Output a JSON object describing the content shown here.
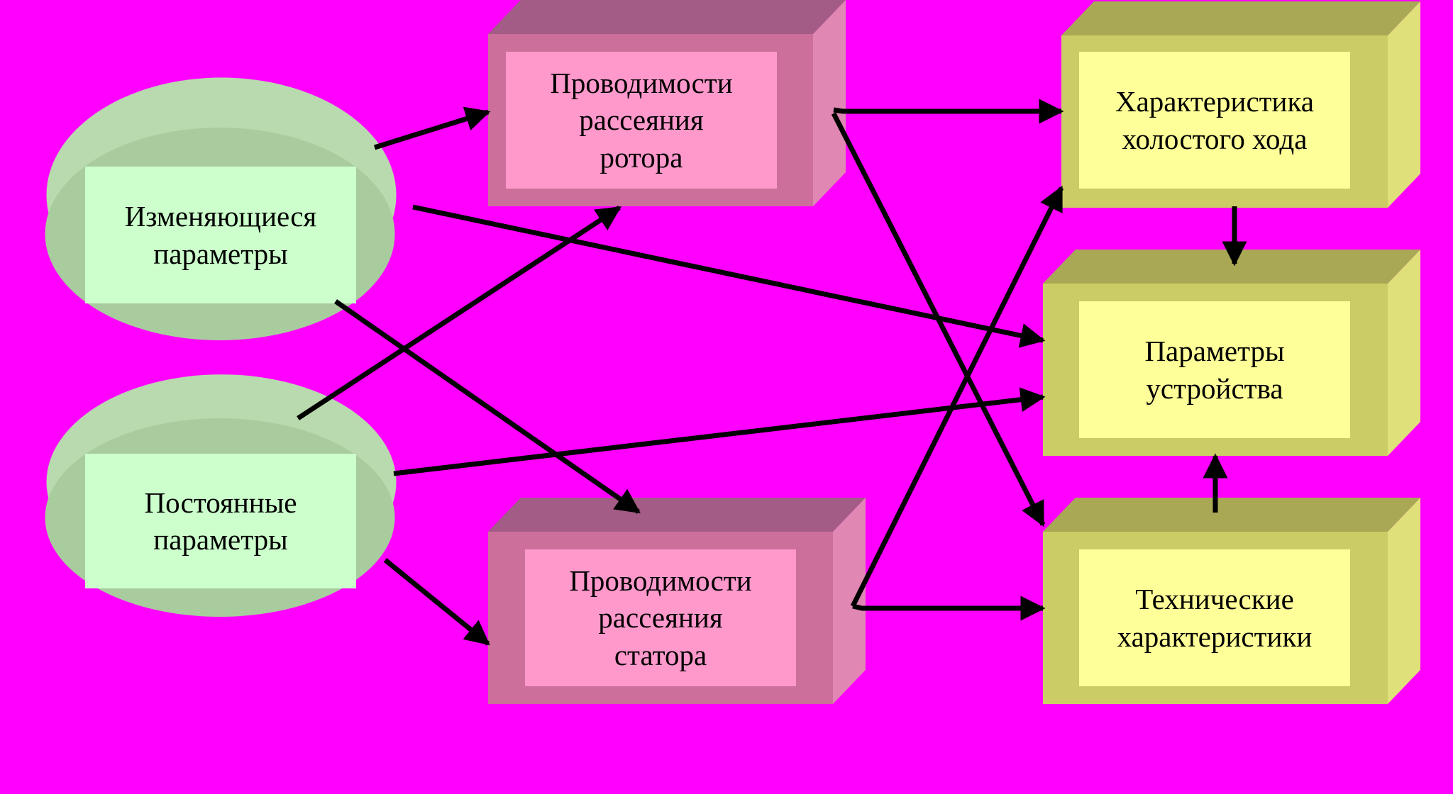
{
  "colors": {
    "background": "#ff00ff",
    "arrow": "#000000",
    "oval_fill": "#a9cc9e",
    "oval_label_fill": "#ccffcc",
    "pink_box_front": "#cc6f9b",
    "pink_box_top": "#a35c85",
    "pink_box_side": "#e087b4",
    "pink_box_inner": "#ff99cc",
    "yellow_box_front": "#cccc66",
    "yellow_box_top": "#a8a855",
    "yellow_box_side": "#e0e07a",
    "yellow_box_inner": "#ffff99"
  },
  "nodes": {
    "changing_params": {
      "label": "Изменяющиеся\nпараметры",
      "shape": "oval"
    },
    "constant_params": {
      "label": "Постоянные\nпараметры",
      "shape": "oval"
    },
    "rotor_conductance": {
      "label": "Проводимости\nрассеяния\nротора",
      "shape": "pink-box"
    },
    "stator_conductance": {
      "label": "Проводимости\nрассеяния\nстатора",
      "shape": "pink-box"
    },
    "no_load_characteristic": {
      "label": "Характеристика\nхолостого хода",
      "shape": "yellow-box"
    },
    "device_parameters": {
      "label": "Параметры\nустройства",
      "shape": "yellow-box"
    },
    "technical_characteristics": {
      "label": "Технические\nхарактеристики",
      "shape": "yellow-box"
    }
  },
  "edges": [
    {
      "from": "changing_params",
      "to": "rotor_conductance"
    },
    {
      "from": "changing_params",
      "to": "device_parameters"
    },
    {
      "from": "changing_params",
      "to": "stator_conductance"
    },
    {
      "from": "constant_params",
      "to": "rotor_conductance"
    },
    {
      "from": "constant_params",
      "to": "device_parameters"
    },
    {
      "from": "constant_params",
      "to": "stator_conductance"
    },
    {
      "from": "rotor_conductance",
      "to": "no_load_characteristic"
    },
    {
      "from": "rotor_conductance",
      "to": "technical_characteristics"
    },
    {
      "from": "stator_conductance",
      "to": "no_load_characteristic"
    },
    {
      "from": "stator_conductance",
      "to": "technical_characteristics"
    },
    {
      "from": "no_load_characteristic",
      "to": "device_parameters"
    },
    {
      "from": "technical_characteristics",
      "to": "device_parameters"
    }
  ]
}
